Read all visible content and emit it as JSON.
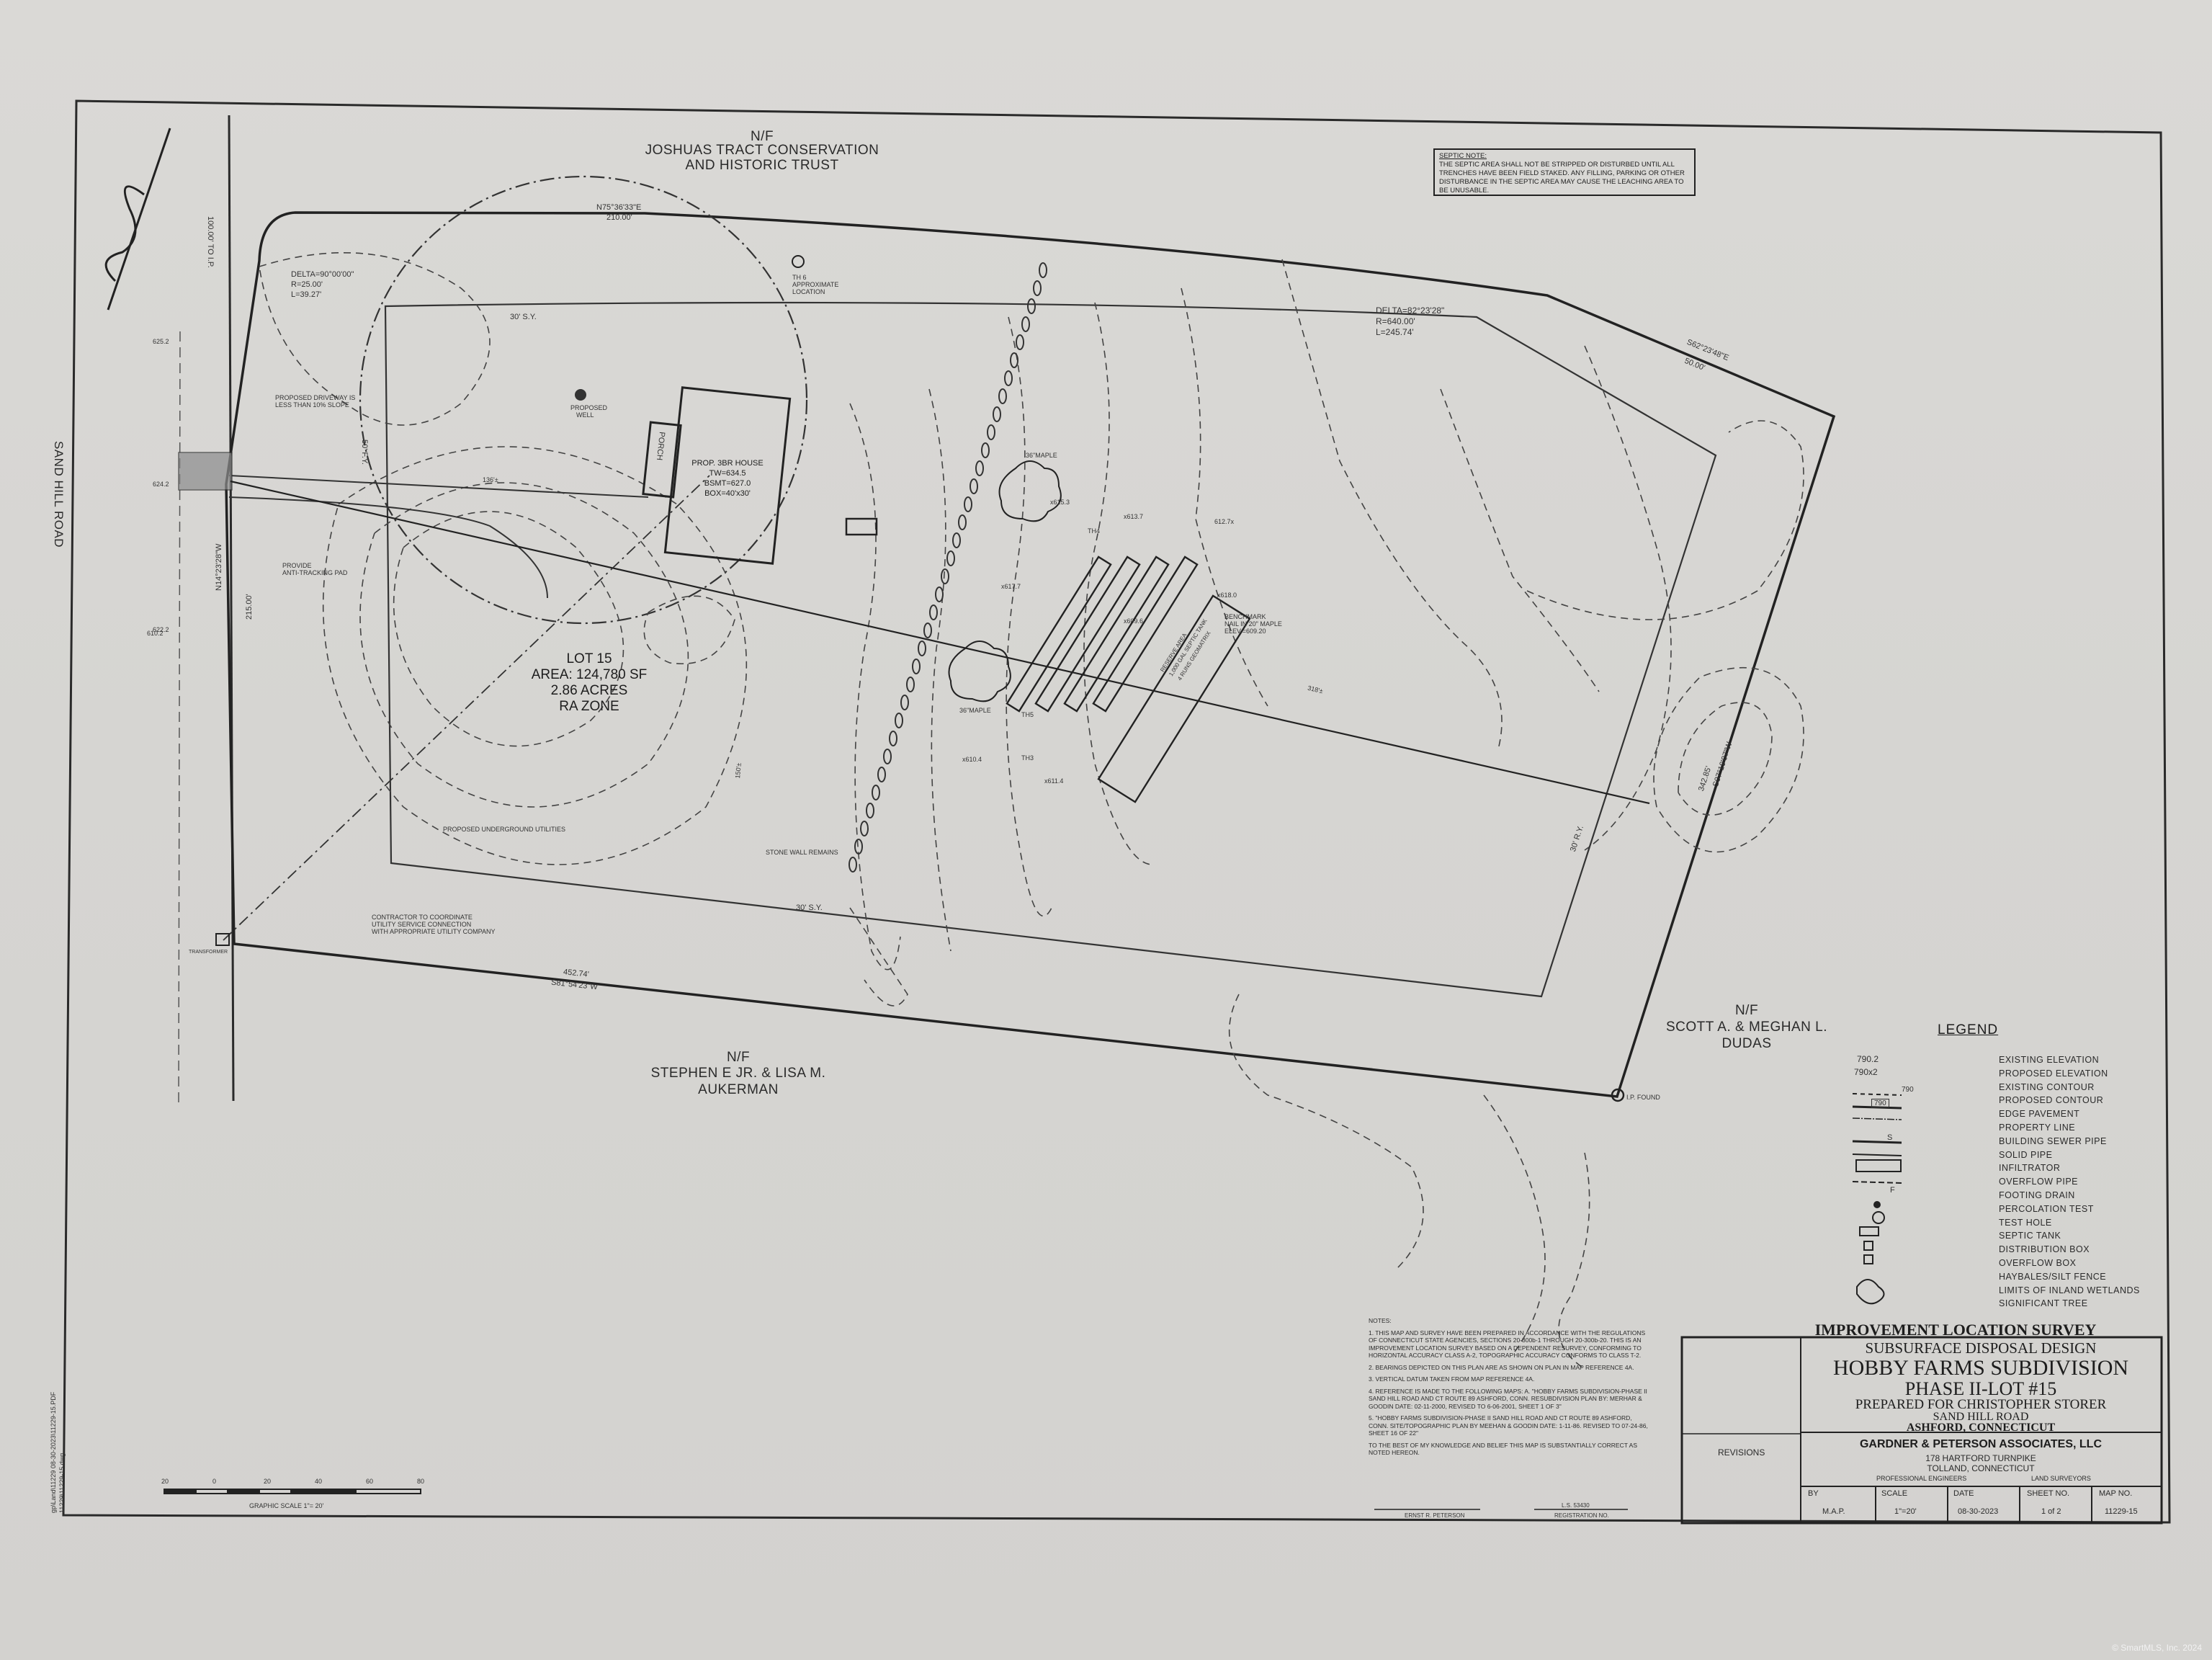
{
  "owners": {
    "north_line1": "N/F",
    "north_line2": "JOSHUAS TRACT CONSERVATION",
    "north_line3": "AND HISTORIC TRUST",
    "south_line1": "N/F",
    "south_line2": "STEPHEN E JR. & LISA M.",
    "south_line3": "AUKERMAN",
    "east_line1": "N/F",
    "east_line2": "SCOTT A. & MEGHAN L.",
    "east_line3": "DUDAS"
  },
  "road": "SAND HILL ROAD",
  "lot": {
    "line1": "LOT 15",
    "line2": "AREA: 124,780 SF",
    "line3": "2.86 ACRES",
    "line4": "RA ZONE"
  },
  "curves": {
    "c1_delta": "DELTA=90°00'00\"",
    "c1_r": "R=25.00'",
    "c1_l": "L=39.27'",
    "c2_delta": "DELTA=82°23'28\"",
    "c2_r": "R=640.00'",
    "c2_l": "L=245.74'"
  },
  "bearings": {
    "north": "N75°36'33\"E",
    "north_dist": "210.00'",
    "northeast": "S62°23'48\"E",
    "northeast_dist": "50.00'",
    "east": "S07°19'07\"W",
    "east_dist": "342.85'",
    "south": "S81°54'23\"W",
    "south_dist": "452.74'",
    "west": "N14°23'28\"W",
    "west_dist": "215.00'",
    "top_left": "100.00' TO I.P."
  },
  "setbacks": {
    "north": "30' S.Y.",
    "south": "30' S.Y.",
    "east": "30' R.Y.",
    "west": "50' F.Y."
  },
  "plan_labels": {
    "house1": "PROP. 3BR HOUSE",
    "house2": "TW=634.5",
    "house3": "BSMT=627.0",
    "house4": "BOX=40'x30'",
    "porch": "PORCH",
    "well1": "PROPOSED",
    "well2": "WELL",
    "th1": "TH 6",
    "th2": "APPROXIMATE",
    "th3": "LOCATION",
    "driveway1": "PROPOSED DRIVEWAY IS",
    "driveway2": "LESS THAN 10% SLOPE",
    "antitrack1": "PROVIDE",
    "antitrack2": "ANTI-TRACKING PAD",
    "utilities": "PROPOSED UNDERGROUND UTILITIES",
    "contractor1": "CONTRACTOR TO COORDINATE",
    "contractor2": "UTILITY SERVICE CONNECTION",
    "contractor3": "WITH APPROPRIATE UTILITY COMPANY",
    "transformer": "TRANSFORMER",
    "stonewall": "STONE WALL REMAINS",
    "maple_a": "36\"MAPLE",
    "maple_b": "36\"MAPLE",
    "benchmark1": "BENCHMARK",
    "benchmark2": "NAIL IN 20\" MAPLE",
    "benchmark3": "ELEV.=609.20",
    "ip_found": "I.P. FOUND",
    "distance_136": "136'±",
    "distance_318": "318'±",
    "distance_150": "150'±",
    "th_a": "TH4",
    "th_b": "TH3",
    "th_c": "TH5",
    "elev1": "x615.3",
    "elev2": "x613.7",
    "elev3": "612.7x",
    "elev4": "x617.7",
    "elev5": "x609.6",
    "elev6": "x610.4",
    "elev7": "x611.4",
    "elev8": "x618.0",
    "elev9": "610.2",
    "elev10": "624.2",
    "elev11": "622.2",
    "elev12": "625.2",
    "sewage1": "RESERVE AREA",
    "sewage2": "1,000 GAL SEPTIC TANK",
    "sewage3": "4 RUNS GEOMATRIX"
  },
  "septic_note": {
    "title": "SEPTIC NOTE:",
    "body": "THE SEPTIC AREA SHALL NOT BE STRIPPED OR DISTURBED UNTIL ALL TRENCHES HAVE BEEN FIELD STAKED. ANY FILLING, PARKING OR OTHER DISTURBANCE IN THE SEPTIC AREA MAY CAUSE THE LEACHING AREA TO BE UNUSABLE."
  },
  "legend": {
    "title": "LEGEND",
    "sample_elev": "790.2",
    "sample_prop": "790x2",
    "sample_contour": "790",
    "sample_prop_contour": "790",
    "sample_s": "S",
    "sample_f": "F",
    "items": [
      "EXISTING ELEVATION",
      "PROPOSED ELEVATION",
      "EXISTING CONTOUR",
      "PROPOSED CONTOUR",
      "EDGE PAVEMENT",
      "PROPERTY LINE",
      "BUILDING SEWER PIPE",
      "SOLID PIPE",
      "INFILTRATOR",
      "OVERFLOW PIPE",
      "FOOTING DRAIN",
      "PERCOLATION TEST",
      "TEST HOLE",
      "SEPTIC TANK",
      "DISTRIBUTION BOX",
      "OVERFLOW BOX",
      "HAYBALES/SILT FENCE",
      "LIMITS OF INLAND WETLANDS",
      "SIGNIFICANT TREE"
    ]
  },
  "notes": {
    "title": "NOTES:",
    "n1": "1.  THIS MAP AND SURVEY HAVE BEEN PREPARED IN ACCORDANCE WITH THE REGULATIONS OF CONNECTICUT STATE AGENCIES, SECTIONS 20-300b-1 THROUGH 20-300b-20. THIS IS AN IMPROVEMENT LOCATION SURVEY BASED ON A DEPENDENT RESURVEY, CONFORMING TO HORIZONTAL ACCURACY CLASS A-2, TOPOGRAPHIC ACCURACY CONFORMS TO CLASS T-2.",
    "n2": "2.  BEARINGS DEPICTED ON THIS PLAN ARE AS SHOWN ON PLAN IN MAP REFERENCE 4A.",
    "n3": "3.  VERTICAL DATUM TAKEN FROM MAP REFERENCE 4A.",
    "n4": "4.  REFERENCE IS MADE TO THE FOLLOWING MAPS: A. \"HOBBY FARMS SUBDIVISION-PHASE II SAND HILL ROAD AND CT ROUTE 89 ASHFORD, CONN. RESUBDIVISION PLAN BY: MERHAR & GOODIN DATE: 02-11-2000, REVISED TO 6-06-2001, SHEET 1 OF 3\"",
    "n5": "5.  \"HOBBY FARMS SUBDIVISION-PHASE II SAND HILL ROAD AND CT ROUTE 89 ASHFORD, CONN. SITE/TOPOGRAPHIC PLAN BY MEEHAN & GOODIN DATE: 1-11-86. REVISED TO 07-24-86, SHEET 16 OF 22\"",
    "cert": "TO THE BEST OF MY KNOWLEDGE AND BELIEF THIS MAP IS SUBSTANTIALLY CORRECT AS NOTED HEREON.",
    "signer": "ERNST R. PETERSON",
    "license": "L.S. 53430",
    "reg": "REGISTRATION NO."
  },
  "title_block": {
    "line1": "IMPROVEMENT LOCATION SURVEY",
    "line2": "SUBSURFACE DISPOSAL DESIGN",
    "line3": "HOBBY FARMS SUBDIVISION",
    "line4": "PHASE II-LOT #15",
    "line5": "PREPARED FOR CHRISTOPHER STORER",
    "line6": "SAND HILL ROAD",
    "line7": "ASHFORD, CONNECTICUT",
    "firm": "GARDNER & PETERSON ASSOCIATES, LLC",
    "address1": "178 HARTFORD TURNPIKE",
    "address2": "TOLLAND, CONNECTICUT",
    "prof1": "PROFESSIONAL ENGINEERS",
    "prof2": "LAND SURVEYORS",
    "revisions": "REVISIONS",
    "by_label": "BY",
    "by_value": "M.A.P.",
    "scale_label": "SCALE",
    "scale_value": "1\"=20'",
    "date_label": "DATE",
    "date_value": "08-30-2023",
    "sheet_label": "SHEET NO.",
    "sheet_value": "1 of 2",
    "map_label": "MAP NO.",
    "map_value": "11229-15"
  },
  "graphic_scale": {
    "label": "GRAPHIC SCALE 1\"= 20'",
    "ticks": [
      "20",
      "0",
      "20",
      "40",
      "60",
      "80"
    ]
  },
  "side_text": "gp\\Land\\11229 08-30-2023\\11229-15.PDF\n11229\\11229-15.dwg",
  "footer": "© SmartMLS, Inc. 2024"
}
